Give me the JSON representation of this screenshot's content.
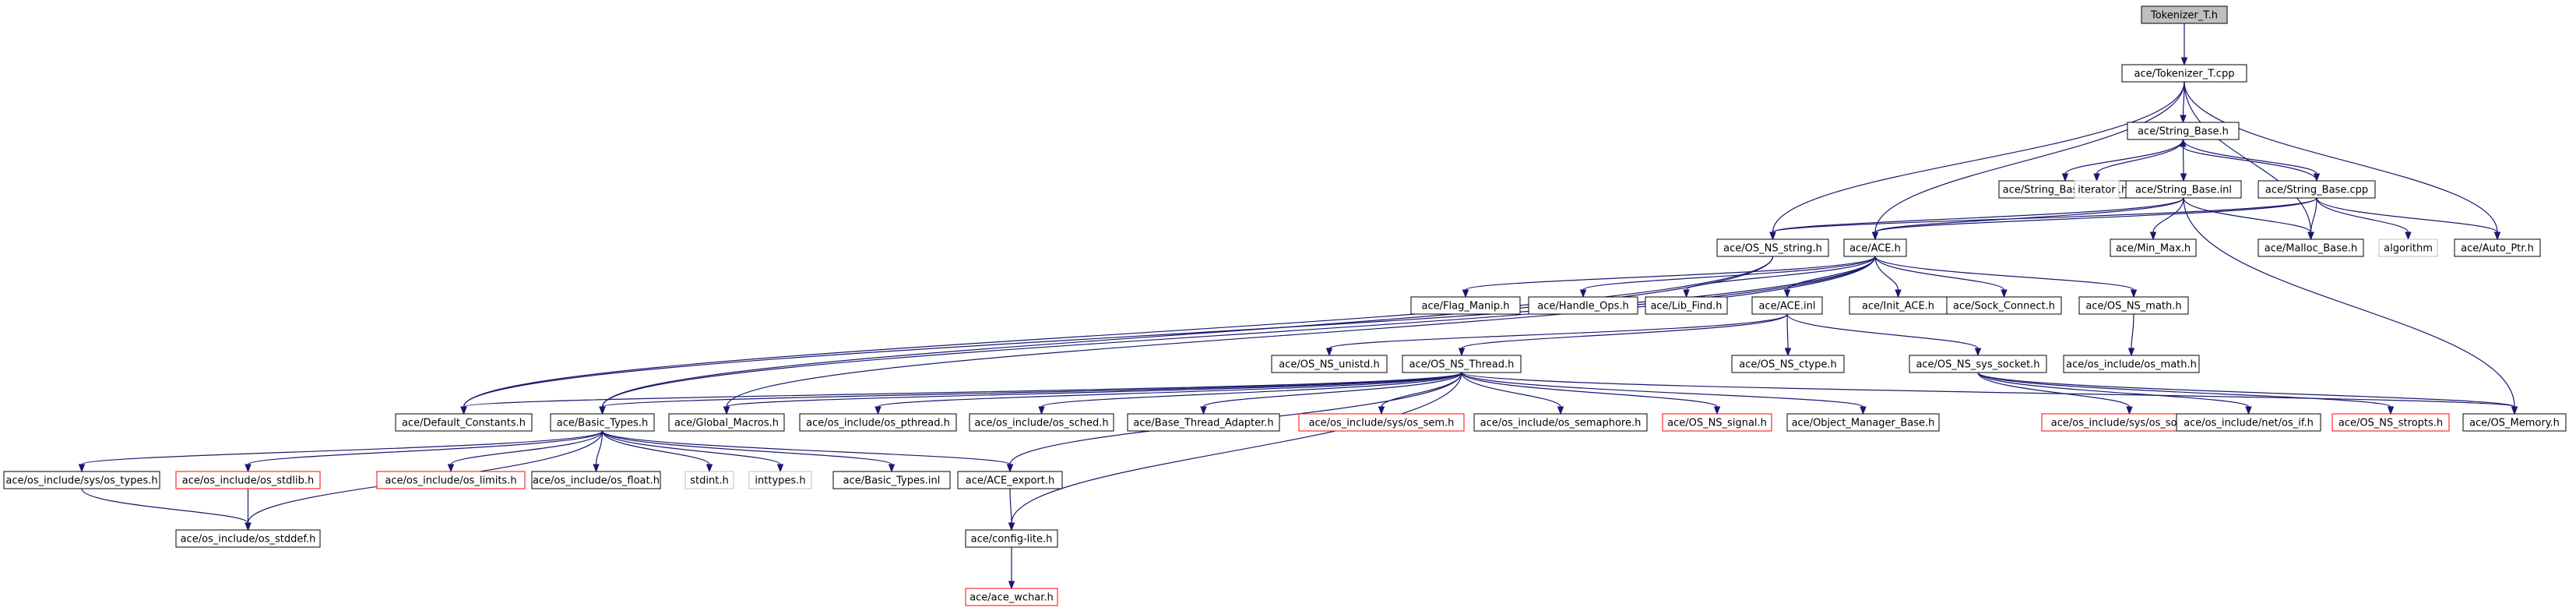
{
  "colors": {
    "root_fill": "#bfbfbf",
    "node_border": "#000000",
    "missing_border": "#ff0000",
    "system_border": "#bfbfbf",
    "edge": "#191970"
  },
  "nodes": [
    {
      "id": "root",
      "label": "Tokenizer_T.h",
      "kind": "root"
    },
    {
      "id": "tokcpp",
      "label": "ace/Tokenizer_T.cpp",
      "kind": "normal"
    },
    {
      "id": "strbase",
      "label": "ace/String_Base.h",
      "kind": "normal"
    },
    {
      "id": "strconst",
      "label": "ace/String_Base_Const.h",
      "kind": "normal"
    },
    {
      "id": "iterator",
      "label": "iterator",
      "kind": "system"
    },
    {
      "id": "strinl",
      "label": "ace/String_Base.inl",
      "kind": "normal"
    },
    {
      "id": "strcpp",
      "label": "ace/String_Base.cpp",
      "kind": "normal"
    },
    {
      "id": "osstring",
      "label": "ace/OS_NS_string.h",
      "kind": "normal"
    },
    {
      "id": "aceh",
      "label": "ace/ACE.h",
      "kind": "normal"
    },
    {
      "id": "minmax",
      "label": "ace/Min_Max.h",
      "kind": "normal"
    },
    {
      "id": "malloc",
      "label": "ace/Malloc_Base.h",
      "kind": "normal"
    },
    {
      "id": "algorithm",
      "label": "algorithm",
      "kind": "system"
    },
    {
      "id": "autoptr",
      "label": "ace/Auto_Ptr.h",
      "kind": "normal"
    },
    {
      "id": "flag",
      "label": "ace/Flag_Manip.h",
      "kind": "normal"
    },
    {
      "id": "handle",
      "label": "ace/Handle_Ops.h",
      "kind": "normal"
    },
    {
      "id": "libfind",
      "label": "ace/Lib_Find.h",
      "kind": "normal"
    },
    {
      "id": "aceinl",
      "label": "ace/ACE.inl",
      "kind": "normal"
    },
    {
      "id": "initace",
      "label": "ace/Init_ACE.h",
      "kind": "normal"
    },
    {
      "id": "sock",
      "label": "ace/Sock_Connect.h",
      "kind": "normal"
    },
    {
      "id": "osmath",
      "label": "ace/OS_NS_math.h",
      "kind": "normal"
    },
    {
      "id": "unistd",
      "label": "ace/OS_NS_unistd.h",
      "kind": "normal"
    },
    {
      "id": "thread",
      "label": "ace/OS_NS_Thread.h",
      "kind": "normal"
    },
    {
      "id": "ctype",
      "label": "ace/OS_NS_ctype.h",
      "kind": "normal"
    },
    {
      "id": "syssocket",
      "label": "ace/OS_NS_sys_socket.h",
      "kind": "normal"
    },
    {
      "id": "osincmath",
      "label": "ace/os_include/os_math.h",
      "kind": "normal"
    },
    {
      "id": "defconst",
      "label": "ace/Default_Constants.h",
      "kind": "normal"
    },
    {
      "id": "basic",
      "label": "ace/Basic_Types.h",
      "kind": "normal"
    },
    {
      "id": "globmac",
      "label": "ace/Global_Macros.h",
      "kind": "normal"
    },
    {
      "id": "pthread",
      "label": "ace/os_include/os_pthread.h",
      "kind": "normal"
    },
    {
      "id": "sched",
      "label": "ace/os_include/os_sched.h",
      "kind": "normal"
    },
    {
      "id": "btadapter",
      "label": "ace/Base_Thread_Adapter.h",
      "kind": "normal"
    },
    {
      "id": "syssem",
      "label": "ace/os_include/sys/os_sem.h",
      "kind": "missing"
    },
    {
      "id": "semaphore",
      "label": "ace/os_include/os_semaphore.h",
      "kind": "normal"
    },
    {
      "id": "signal",
      "label": "ace/OS_NS_signal.h",
      "kind": "missing"
    },
    {
      "id": "objmgr",
      "label": "ace/Object_Manager_Base.h",
      "kind": "normal"
    },
    {
      "id": "syssock2",
      "label": "ace/os_include/sys/os_socket.h",
      "kind": "missing"
    },
    {
      "id": "netif",
      "label": "ace/os_include/net/os_if.h",
      "kind": "normal"
    },
    {
      "id": "stropts",
      "label": "ace/OS_NS_stropts.h",
      "kind": "missing"
    },
    {
      "id": "osmemory",
      "label": "ace/OS_Memory.h",
      "kind": "normal"
    },
    {
      "id": "systypes",
      "label": "ace/os_include/sys/os_types.h",
      "kind": "normal"
    },
    {
      "id": "stdlib",
      "label": "ace/os_include/os_stdlib.h",
      "kind": "missing"
    },
    {
      "id": "limits",
      "label": "ace/os_include/os_limits.h",
      "kind": "missing"
    },
    {
      "id": "float",
      "label": "ace/os_include/os_float.h",
      "kind": "normal"
    },
    {
      "id": "stdinth",
      "label": "stdint.h",
      "kind": "system"
    },
    {
      "id": "inttypes",
      "label": "inttypes.h",
      "kind": "system"
    },
    {
      "id": "basicinl",
      "label": "ace/Basic_Types.inl",
      "kind": "normal"
    },
    {
      "id": "export",
      "label": "ace/ACE_export.h",
      "kind": "normal"
    },
    {
      "id": "stddef",
      "label": "ace/os_include/os_stddef.h",
      "kind": "normal"
    },
    {
      "id": "configlite",
      "label": "ace/config-lite.h",
      "kind": "normal"
    },
    {
      "id": "wchar",
      "label": "ace/ace_wchar.h",
      "kind": "missing"
    }
  ],
  "edges": [
    [
      "root",
      "tokcpp"
    ],
    [
      "tokcpp",
      "strbase"
    ],
    [
      "tokcpp",
      "osstring"
    ],
    [
      "tokcpp",
      "aceh"
    ],
    [
      "tokcpp",
      "malloc"
    ],
    [
      "tokcpp",
      "autoptr"
    ],
    [
      "strbase",
      "strconst"
    ],
    [
      "strbase",
      "iterator"
    ],
    [
      "strbase",
      "strinl"
    ],
    [
      "strbase",
      "strcpp"
    ],
    [
      "strcpp",
      "strbase"
    ],
    [
      "strcpp",
      "malloc"
    ],
    [
      "strcpp",
      "algorithm"
    ],
    [
      "strcpp",
      "autoptr"
    ],
    [
      "strcpp",
      "osstring"
    ],
    [
      "strcpp",
      "aceh"
    ],
    [
      "strinl",
      "minmax"
    ],
    [
      "strinl",
      "malloc"
    ],
    [
      "strinl",
      "osstring"
    ],
    [
      "strinl",
      "aceh"
    ],
    [
      "strinl",
      "osmemory"
    ],
    [
      "osstring",
      "defconst"
    ],
    [
      "osstring",
      "basic"
    ],
    [
      "aceh",
      "flag"
    ],
    [
      "aceh",
      "handle"
    ],
    [
      "aceh",
      "libfind"
    ],
    [
      "aceh",
      "aceinl"
    ],
    [
      "aceh",
      "initace"
    ],
    [
      "aceh",
      "sock"
    ],
    [
      "aceh",
      "osmath"
    ],
    [
      "aceh",
      "globmac"
    ],
    [
      "aceh",
      "defconst"
    ],
    [
      "aceh",
      "basic"
    ],
    [
      "osmath",
      "osincmath"
    ],
    [
      "aceinl",
      "unistd"
    ],
    [
      "aceinl",
      "thread"
    ],
    [
      "aceinl",
      "ctype"
    ],
    [
      "aceinl",
      "syssocket"
    ],
    [
      "syssocket",
      "syssock2"
    ],
    [
      "syssocket",
      "netif"
    ],
    [
      "syssocket",
      "stropts"
    ],
    [
      "syssocket",
      "osmemory"
    ],
    [
      "thread",
      "defconst"
    ],
    [
      "thread",
      "basic"
    ],
    [
      "thread",
      "globmac"
    ],
    [
      "thread",
      "pthread"
    ],
    [
      "thread",
      "sched"
    ],
    [
      "thread",
      "btadapter"
    ],
    [
      "thread",
      "syssem"
    ],
    [
      "thread",
      "semaphore"
    ],
    [
      "thread",
      "signal"
    ],
    [
      "thread",
      "objmgr"
    ],
    [
      "thread",
      "osmemory"
    ],
    [
      "thread",
      "export"
    ],
    [
      "thread",
      "configlite"
    ],
    [
      "basic",
      "systypes"
    ],
    [
      "basic",
      "stdlib"
    ],
    [
      "basic",
      "limits"
    ],
    [
      "basic",
      "float"
    ],
    [
      "basic",
      "stdinth"
    ],
    [
      "basic",
      "inttypes"
    ],
    [
      "basic",
      "basicinl"
    ],
    [
      "basic",
      "export"
    ],
    [
      "basic",
      "stddef"
    ],
    [
      "systypes",
      "stddef"
    ],
    [
      "stdlib",
      "stddef"
    ],
    [
      "export",
      "configlite"
    ],
    [
      "configlite",
      "wchar"
    ]
  ]
}
